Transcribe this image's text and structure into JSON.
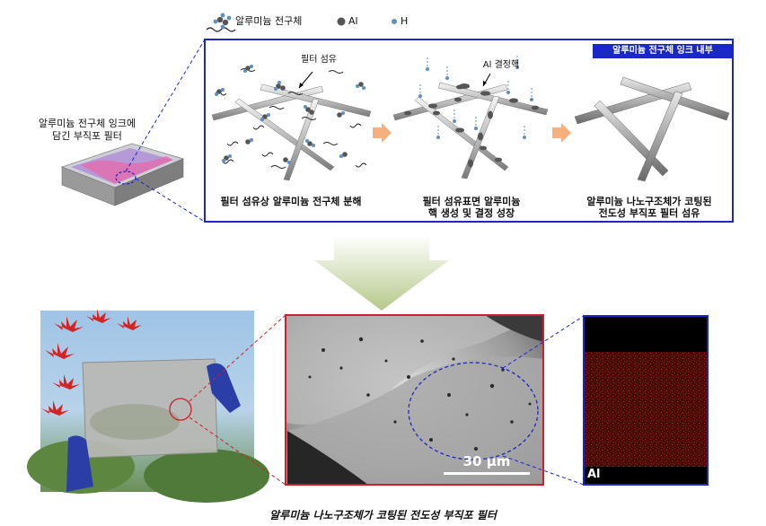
{
  "legend": {
    "precursor_label": "알루미늄 전구체",
    "al_label": "Al",
    "h_label": "H"
  },
  "colors": {
    "frame_blue": "#1a28c8",
    "frame_red": "#d01e2a",
    "al_atom": "#555555",
    "h_atom": "#5f8fc0",
    "ink_pink": "#e36fb0",
    "arrow_orange": "#f6b07e"
  },
  "tray": {
    "label_line1": "알루미늄 전구체 잉크에",
    "label_line2": "담긴 부직포 필터"
  },
  "panel": {
    "title": "알루미늄 전구체 잉크 내부",
    "step1": {
      "fiber_label": "필터 섬유",
      "caption": "필터 섬유상 알루미늄 전구체 분해"
    },
    "step2": {
      "nucleus_label": "Al 결정핵",
      "caption_line1": "필터 섬유표면 알루미늄",
      "caption_line2": "핵 생성 및 결정 성장"
    },
    "step3": {
      "caption_line1": "알루미늄 나노구조체가 코팅된",
      "caption_line2": "전도성 부직포 필터 섬유"
    }
  },
  "micrographs": {
    "photo_name": "filter-photo",
    "sem_scale": "30 μm",
    "eds_label": "Al"
  },
  "caption": "알루미늄 나노구조체가 코팅된 전도성 부직포 필터"
}
